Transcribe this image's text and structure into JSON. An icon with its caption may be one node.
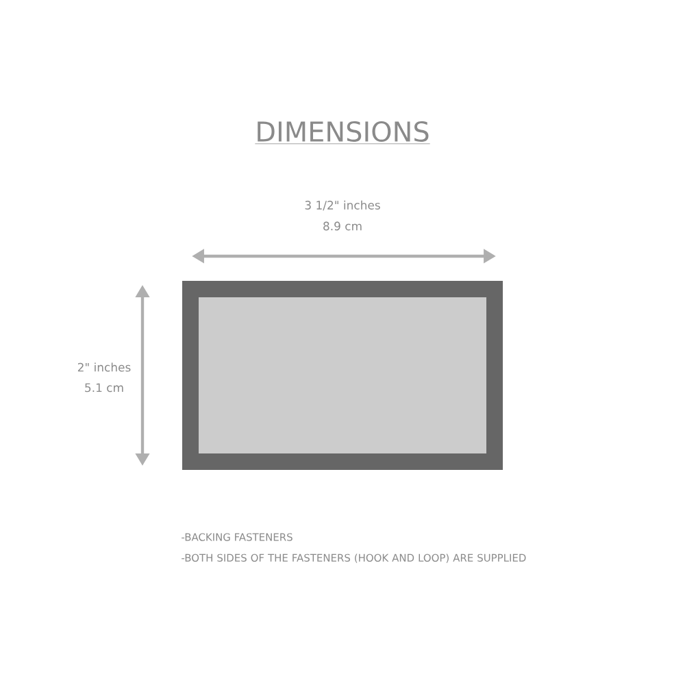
{
  "diagram": {
    "title": "DIMENSIONS",
    "labels": [
      "3 1/2\" inches",
      "8.9 cm",
      "2\" inches",
      "5.1 cm",
      "-BACKING FASTENERS",
      "-BOTH SIDES OF THE FASTENERS (HOOK AND LOOP) ARE SUPPLIED"
    ]
  }
}
